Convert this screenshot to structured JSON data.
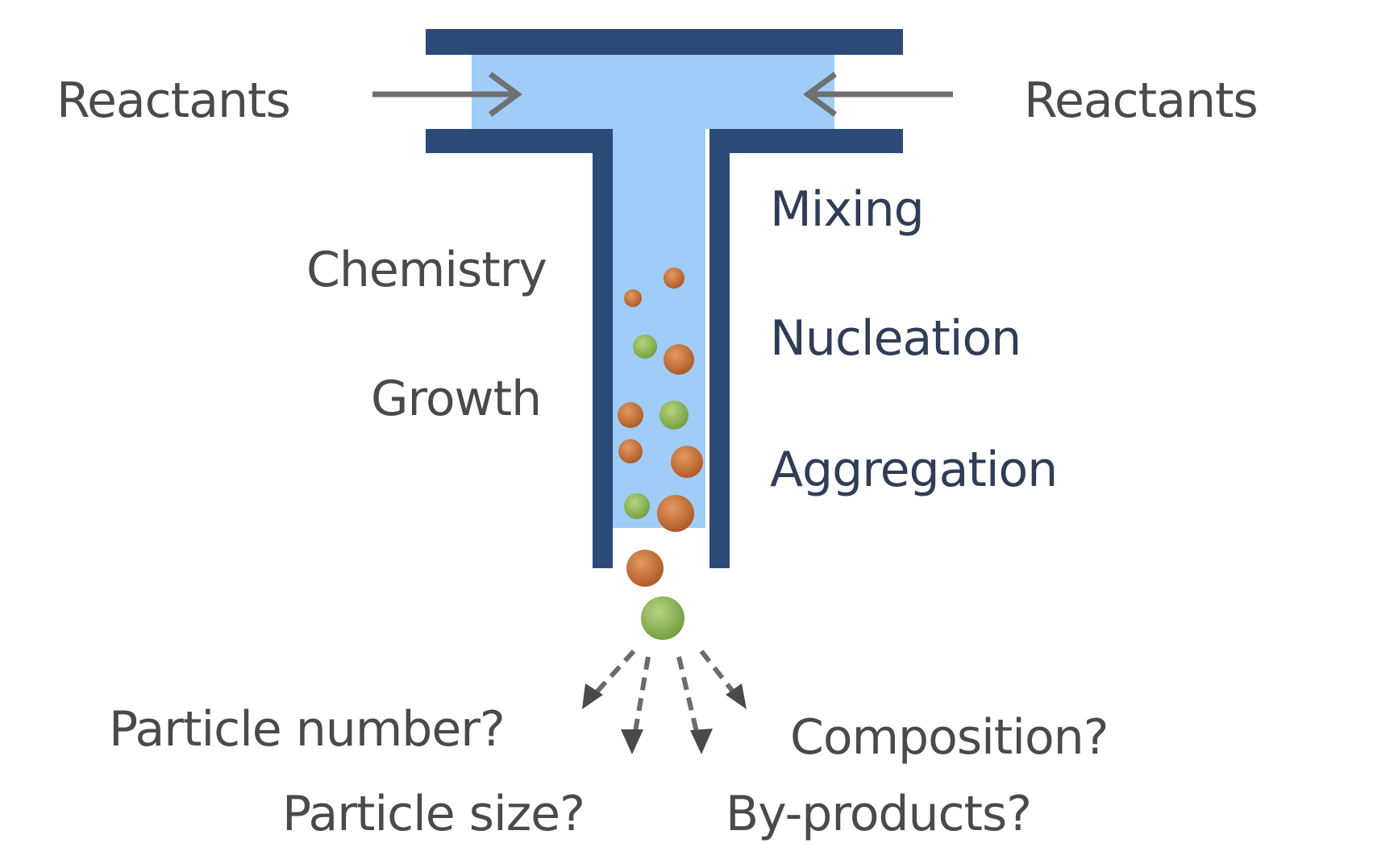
{
  "diagram": {
    "inputs": {
      "left": "Reactants",
      "right": "Reactants"
    },
    "processes_left": [
      "Chemistry",
      "Growth"
    ],
    "processes_right": [
      "Mixing",
      "Nucleation",
      "Aggregation"
    ],
    "questions": {
      "particle_number": "Particle number?",
      "particle_size": "Particle size?",
      "composition": "Composition?",
      "by_products": "By-products?"
    }
  },
  "colors": {
    "wall": "#2b4a78",
    "fluid": "#9fcdf7",
    "particle_orange": "#c8703a",
    "particle_green": "#8db255",
    "arrow": "#7a7a7a"
  }
}
